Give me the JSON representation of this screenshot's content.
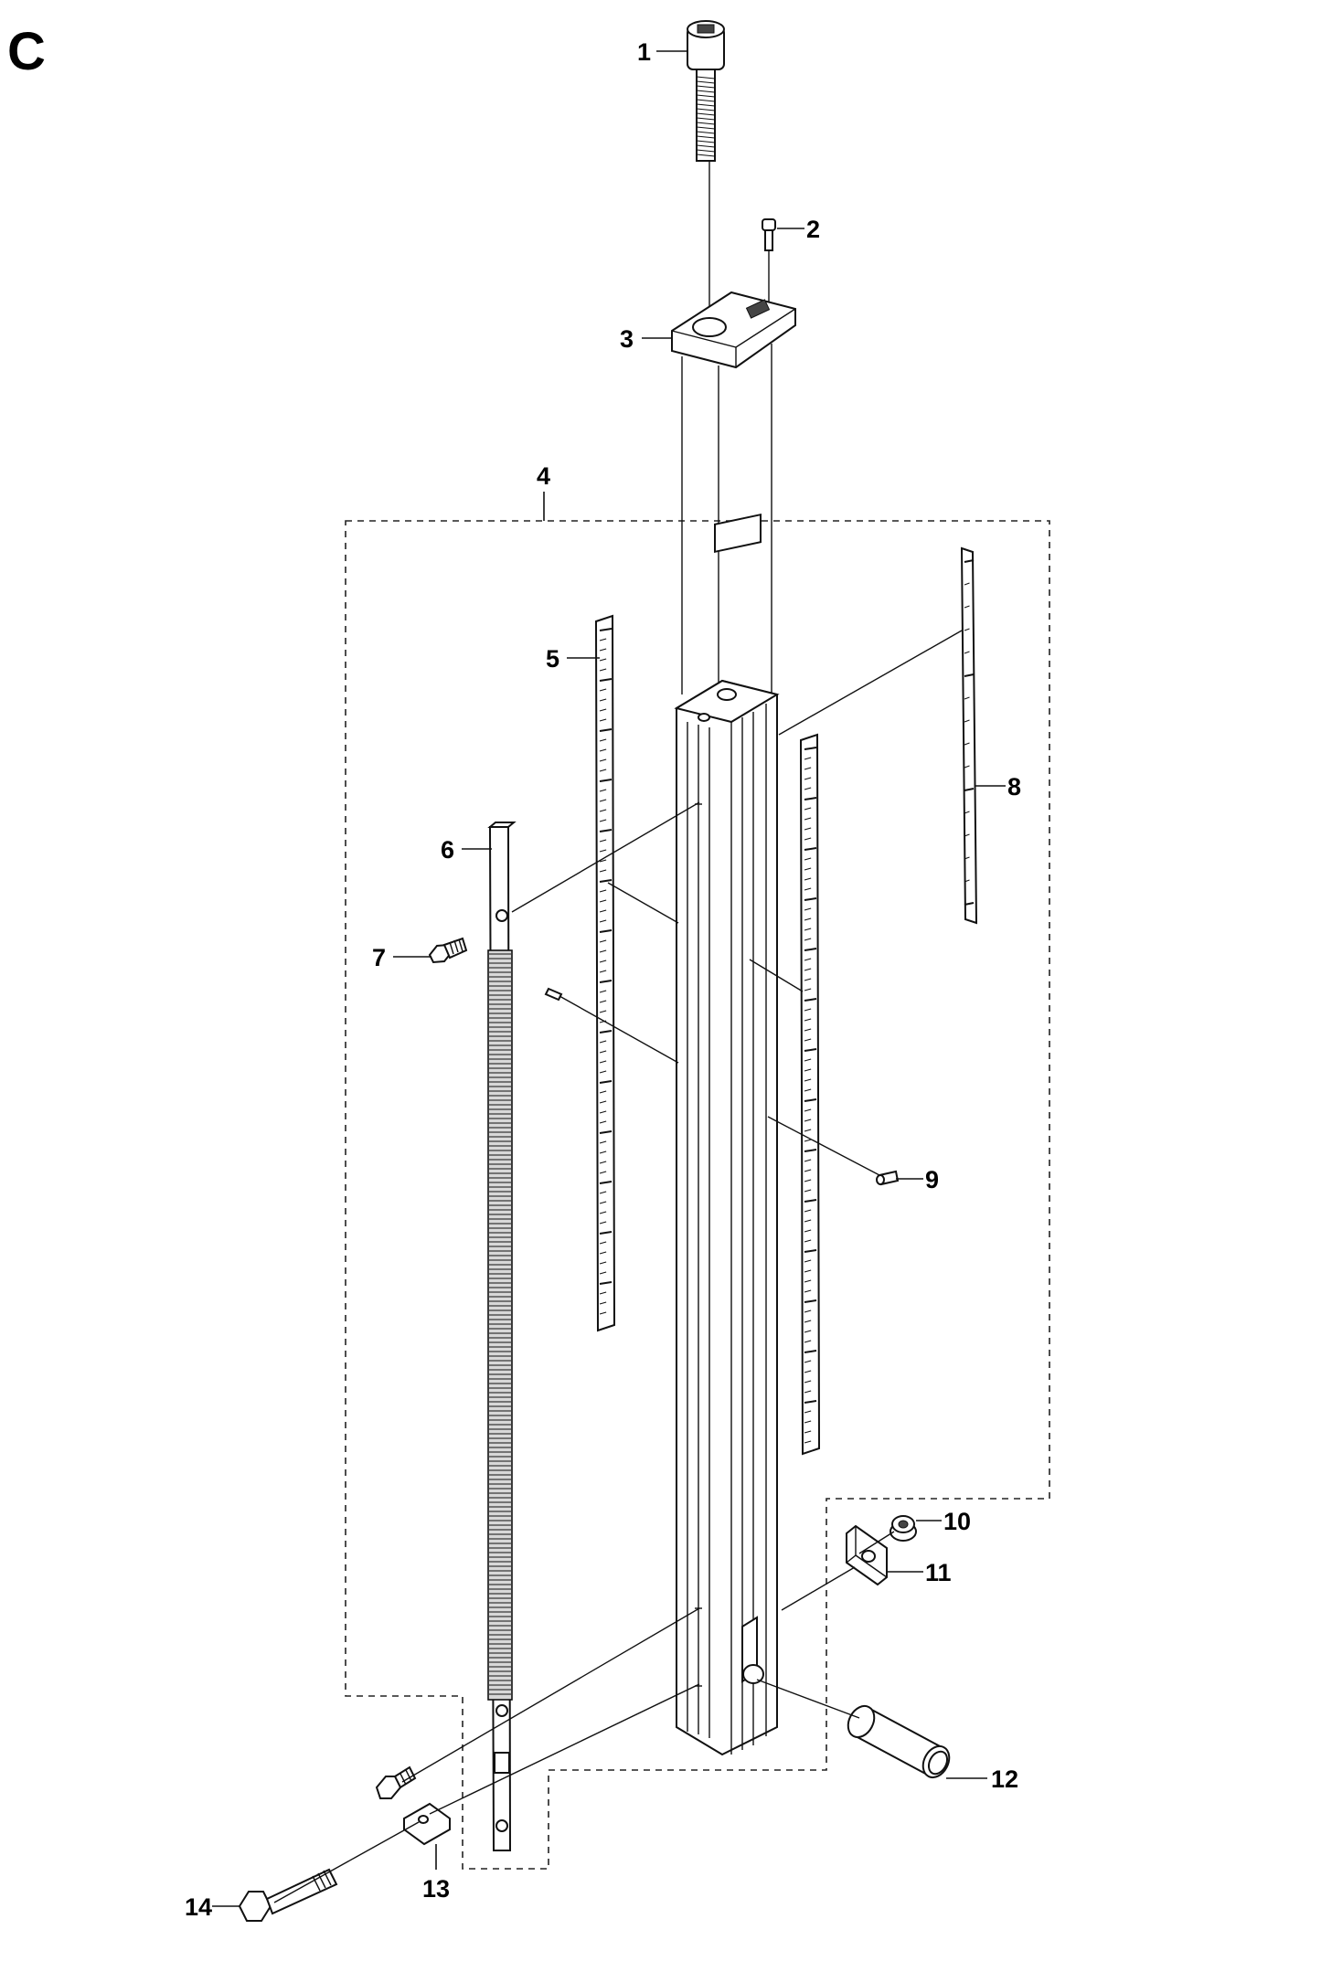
{
  "section_letter": "C",
  "callouts": [
    {
      "id": "callout-1",
      "label": "1"
    },
    {
      "id": "callout-2",
      "label": "2"
    },
    {
      "id": "callout-3",
      "label": "3"
    },
    {
      "id": "callout-4",
      "label": "4"
    },
    {
      "id": "callout-5",
      "label": "5"
    },
    {
      "id": "callout-6",
      "label": "6"
    },
    {
      "id": "callout-7",
      "label": "7"
    },
    {
      "id": "callout-8",
      "label": "8"
    },
    {
      "id": "callout-9",
      "label": "9"
    },
    {
      "id": "callout-10",
      "label": "10"
    },
    {
      "id": "callout-11",
      "label": "11"
    },
    {
      "id": "callout-12",
      "label": "12"
    },
    {
      "id": "callout-13",
      "label": "13"
    },
    {
      "id": "callout-14",
      "label": "14"
    }
  ]
}
